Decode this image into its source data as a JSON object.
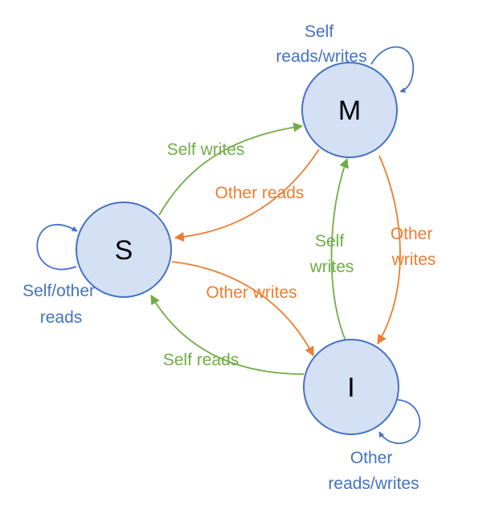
{
  "colors": {
    "node_fill": "#d4e0f3",
    "node_stroke": "#4472c4",
    "self_loop": "#4472c4",
    "green": "#70ad47",
    "orange": "#ed7d31"
  },
  "states": {
    "m": "M",
    "s": "S",
    "i": "I"
  },
  "labels": {
    "m_loop": [
      "Self",
      "reads/writes"
    ],
    "s_loop": [
      "Self/other",
      "reads"
    ],
    "i_loop": [
      "Other",
      "reads/writes"
    ],
    "s_to_m": [
      "Self writes"
    ],
    "m_to_s": [
      "Other reads"
    ],
    "i_to_m": [
      "Self",
      "writes"
    ],
    "m_to_i": [
      "Other",
      "writes"
    ],
    "s_to_i": [
      "Other writes"
    ],
    "i_to_s": [
      "Self reads"
    ]
  }
}
